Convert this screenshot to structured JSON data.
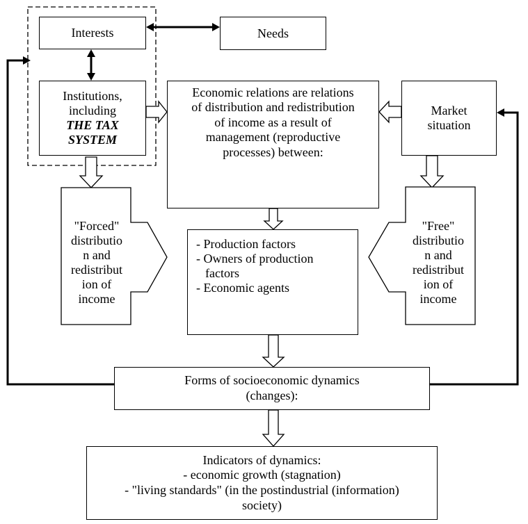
{
  "interests": {
    "label": "Interests"
  },
  "needs": {
    "label": "Needs"
  },
  "institutions": {
    "line1": "Institutions,",
    "line2": "including",
    "line3": "THE TAX",
    "line4": "SYSTEM"
  },
  "economic_relations": {
    "lines": [
      "Economic relations are relations",
      "of distribution and redistribution",
      "of income as a result of",
      "management (reproductive",
      "processes) between:"
    ]
  },
  "market_situation": {
    "line1": "Market",
    "line2": "situation"
  },
  "forced_distribution": {
    "lines": [
      "\"Forced\"",
      "distributio",
      "n and",
      "redistribut",
      "ion of",
      "income"
    ]
  },
  "free_distribution": {
    "lines": [
      "\"Free\"",
      "distributio",
      "n and",
      "redistribut",
      "ion of",
      "income"
    ]
  },
  "between_list": {
    "items": [
      "- Production factors",
      "- Owners of production",
      "  factors",
      "- Economic agents"
    ]
  },
  "forms": {
    "line1": "Forms of socioeconomic dynamics",
    "line2": "(changes):"
  },
  "indicators": {
    "lines": [
      "Indicators of dynamics:",
      "- economic growth (stagnation)",
      "- \"living standards\" (in the postindustrial (information)",
      "society)"
    ]
  }
}
